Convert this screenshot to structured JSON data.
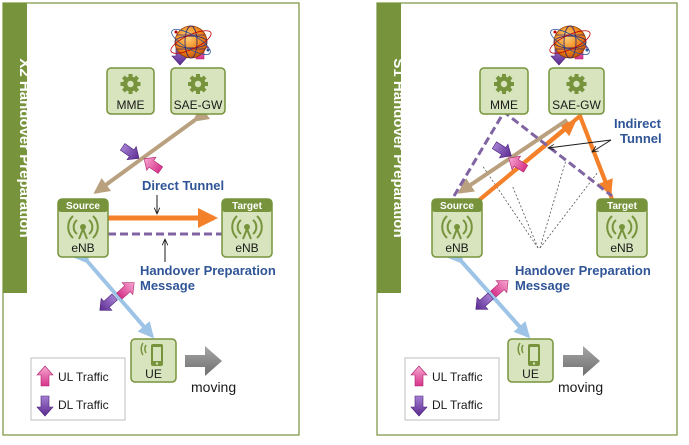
{
  "panels": [
    {
      "side_label": "X2 Handover Preparation",
      "mme": "MME",
      "gw": "SAE-GW",
      "source_tag": "Source",
      "target_tag": "Target",
      "source_label": "eNB",
      "target_label": "eNB",
      "tunnel_label": [
        "Direct Tunnel"
      ],
      "message_label": [
        "Handover Preparation",
        "Message"
      ],
      "ue": "UE",
      "moving": "moving",
      "legend": {
        "ul": "UL Traffic",
        "dl": "DL Traffic"
      }
    },
    {
      "side_label": "S1 Handover Preparation",
      "mme": "MME",
      "gw": "SAE-GW",
      "source_tag": "Source",
      "target_tag": "Target",
      "source_label": "eNB",
      "target_label": "eNB",
      "tunnel_label": [
        "Indirect",
        "Tunnel"
      ],
      "message_label": [
        "Handover Preparation",
        "Message"
      ],
      "ue": "UE",
      "moving": "moving",
      "legend": {
        "ul": "UL Traffic",
        "dl": "DL Traffic"
      }
    }
  ],
  "colors": {
    "green_bar": "#77933c",
    "node_fill": "#d7e4bd",
    "node_border": "#77933c",
    "tunnel_orange": "#f4812a",
    "signal_purple": "#8064a2",
    "ul_pink": "#e44b9e",
    "dl_purple": "#7030a0",
    "tan_link": "#b9a17f",
    "radio_link": "#9dc3e6",
    "label_blue": "#2f5597",
    "move_gray": "#7f7f7f"
  }
}
